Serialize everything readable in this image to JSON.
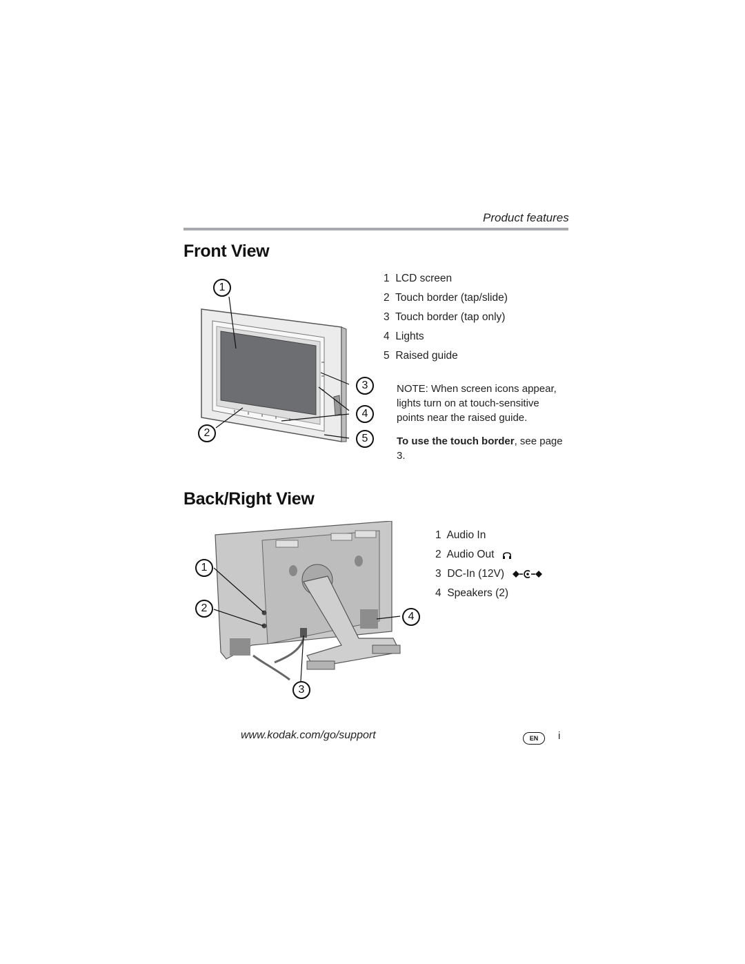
{
  "header": {
    "section": "Product features"
  },
  "front": {
    "title": "Front View",
    "items": [
      {
        "n": "1",
        "label": "LCD screen"
      },
      {
        "n": "2",
        "label": "Touch border (tap/slide)"
      },
      {
        "n": "3",
        "label": "Touch border (tap only)"
      },
      {
        "n": "4",
        "label": "Lights"
      },
      {
        "n": "5",
        "label": "Raised guide"
      }
    ],
    "note": "NOTE: When screen icons appear, lights turn on at touch-sensitive points near the raised guide.",
    "tip_bold": "To use the touch border",
    "tip_rest": ", see page 3.",
    "callouts": [
      "1",
      "2",
      "3",
      "4",
      "5"
    ]
  },
  "back": {
    "title": "Back/Right View",
    "items": [
      {
        "n": "1",
        "label": "Audio In",
        "icon": ""
      },
      {
        "n": "2",
        "label": "Audio Out",
        "icon": "headphones-icon"
      },
      {
        "n": "3",
        "label": "DC-In (12V)",
        "icon": "dc-polarity-icon"
      },
      {
        "n": "4",
        "label": "Speakers (2)",
        "icon": ""
      }
    ],
    "callouts": [
      "1",
      "2",
      "3",
      "4"
    ]
  },
  "footer": {
    "url": "www.kodak.com/go/support",
    "lang": "EN",
    "page": "i"
  }
}
